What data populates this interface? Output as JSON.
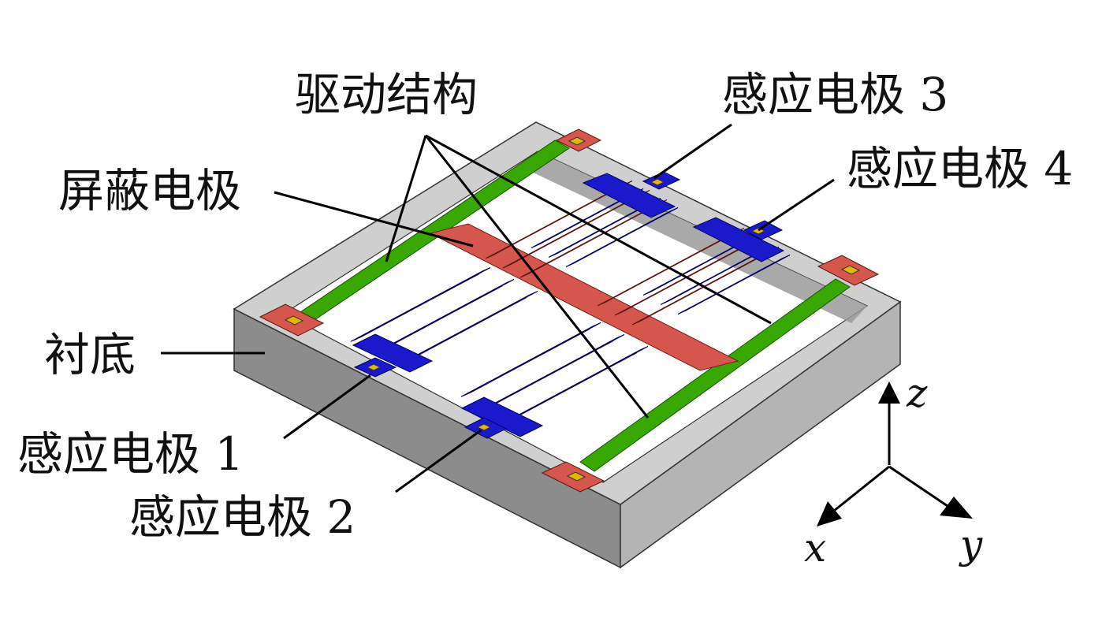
{
  "labels": {
    "drive": "驱动结构",
    "shield": "屏蔽电极",
    "substrate": "衬底",
    "sense1": "感应电极 1",
    "sense2": "感应电极 2",
    "sense3": "感应电极 3",
    "sense4": "感应电极 4"
  },
  "axes": {
    "x": "x",
    "y": "y",
    "z": "z"
  },
  "colors": {
    "substrate_top": "#cfcfcf",
    "substrate_front": "#8c8c8c",
    "substrate_side": "#b4b4b4",
    "cavity": "#ffffff",
    "cavity_wall": "#9a9a9a",
    "drive_green": "#38a800",
    "shield_red": "#d4564c",
    "sense_blue": "#1a1acc",
    "pad_gold": "#e3b800",
    "line": "#000000"
  }
}
